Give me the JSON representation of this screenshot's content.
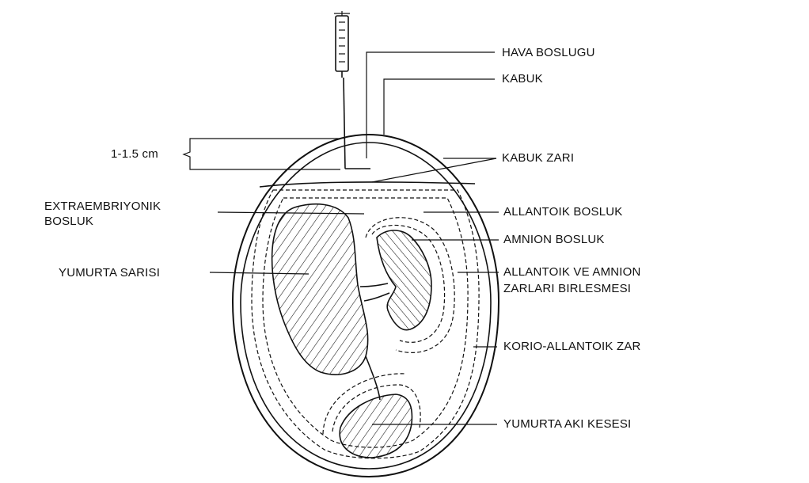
{
  "labels": {
    "hava_boslugu": "HAVA BOSLUGU",
    "kabuk": "KABUK",
    "measure": "1-1.5 cm",
    "kabuk_zari": "KABUK ZARI",
    "extra_line1": "EXTRAEMBRIYONIK",
    "extra_line2": "BOSLUK",
    "allantoik_bosluk": "ALLANTOIK BOSLUK",
    "amnion_bosluk": "AMNION BOSLUK",
    "yumurta_sarisi": "YUMURTA SARISI",
    "birlesme_line1": "ALLANTOIK VE AMNION",
    "birlesme_line2": "ZARLARI BIRLESMESI",
    "korio": "KORIO-ALLANTOIK ZAR",
    "aki_kesesi": "YUMURTA AKI KESESI"
  },
  "colors": {
    "ink": "#111111",
    "paper": "#ffffff"
  }
}
